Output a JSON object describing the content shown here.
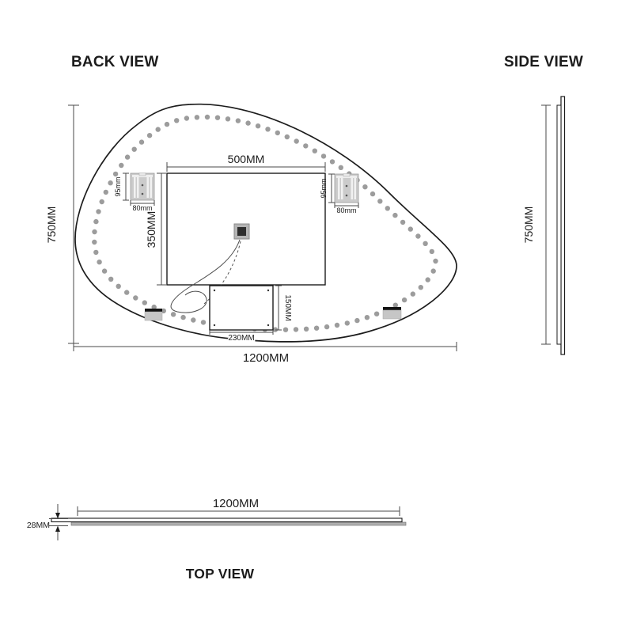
{
  "drawing": {
    "back": {
      "title": "BACK VIEW",
      "overall_width": "1200MM",
      "overall_height": "750MM",
      "frame_width": "500MM",
      "frame_height": "350MM",
      "bracket_height": "95mm",
      "bracket_width": "80mm",
      "driver_height": "150MM",
      "driver_width": "230MM"
    },
    "side": {
      "title": "SIDE VIEW",
      "height": "750MM"
    },
    "top": {
      "title": "TOP VIEW",
      "width": "1200MM",
      "thickness": "28MM"
    }
  },
  "style": {
    "line_color": "#1c1c1c",
    "led_dot_color": "#9c9c9c",
    "bracket_fill": "#cbcbcb",
    "background": "#ffffff"
  }
}
